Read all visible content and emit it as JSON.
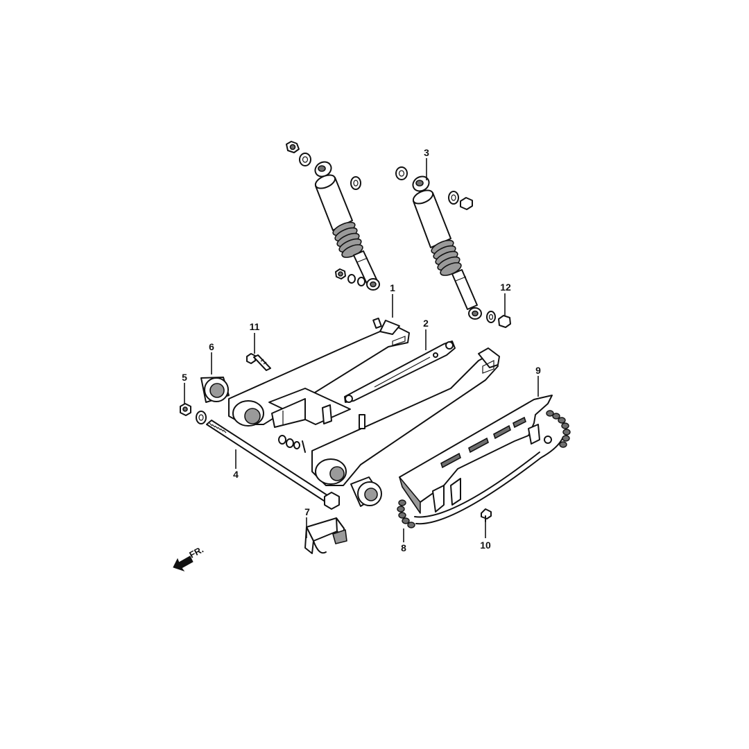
{
  "callouts": [
    {
      "id": "1",
      "label": "1"
    },
    {
      "id": "2",
      "label": "2"
    },
    {
      "id": "3",
      "label": "3"
    },
    {
      "id": "4",
      "label": "4"
    },
    {
      "id": "5",
      "label": "5"
    },
    {
      "id": "6",
      "label": "6"
    },
    {
      "id": "7",
      "label": "7"
    },
    {
      "id": "8",
      "label": "8"
    },
    {
      "id": "9",
      "label": "9"
    },
    {
      "id": "10",
      "label": "10"
    },
    {
      "id": "11",
      "label": "11"
    },
    {
      "id": "12",
      "label": "12"
    }
  ],
  "front_indicator": {
    "label": "FR.",
    "icon": "arrow-left-down-icon"
  },
  "colors": {
    "line": "#111111",
    "shade": "#9a9a9a",
    "dark_shade": "#6f6f6f",
    "background": "#ffffff"
  }
}
